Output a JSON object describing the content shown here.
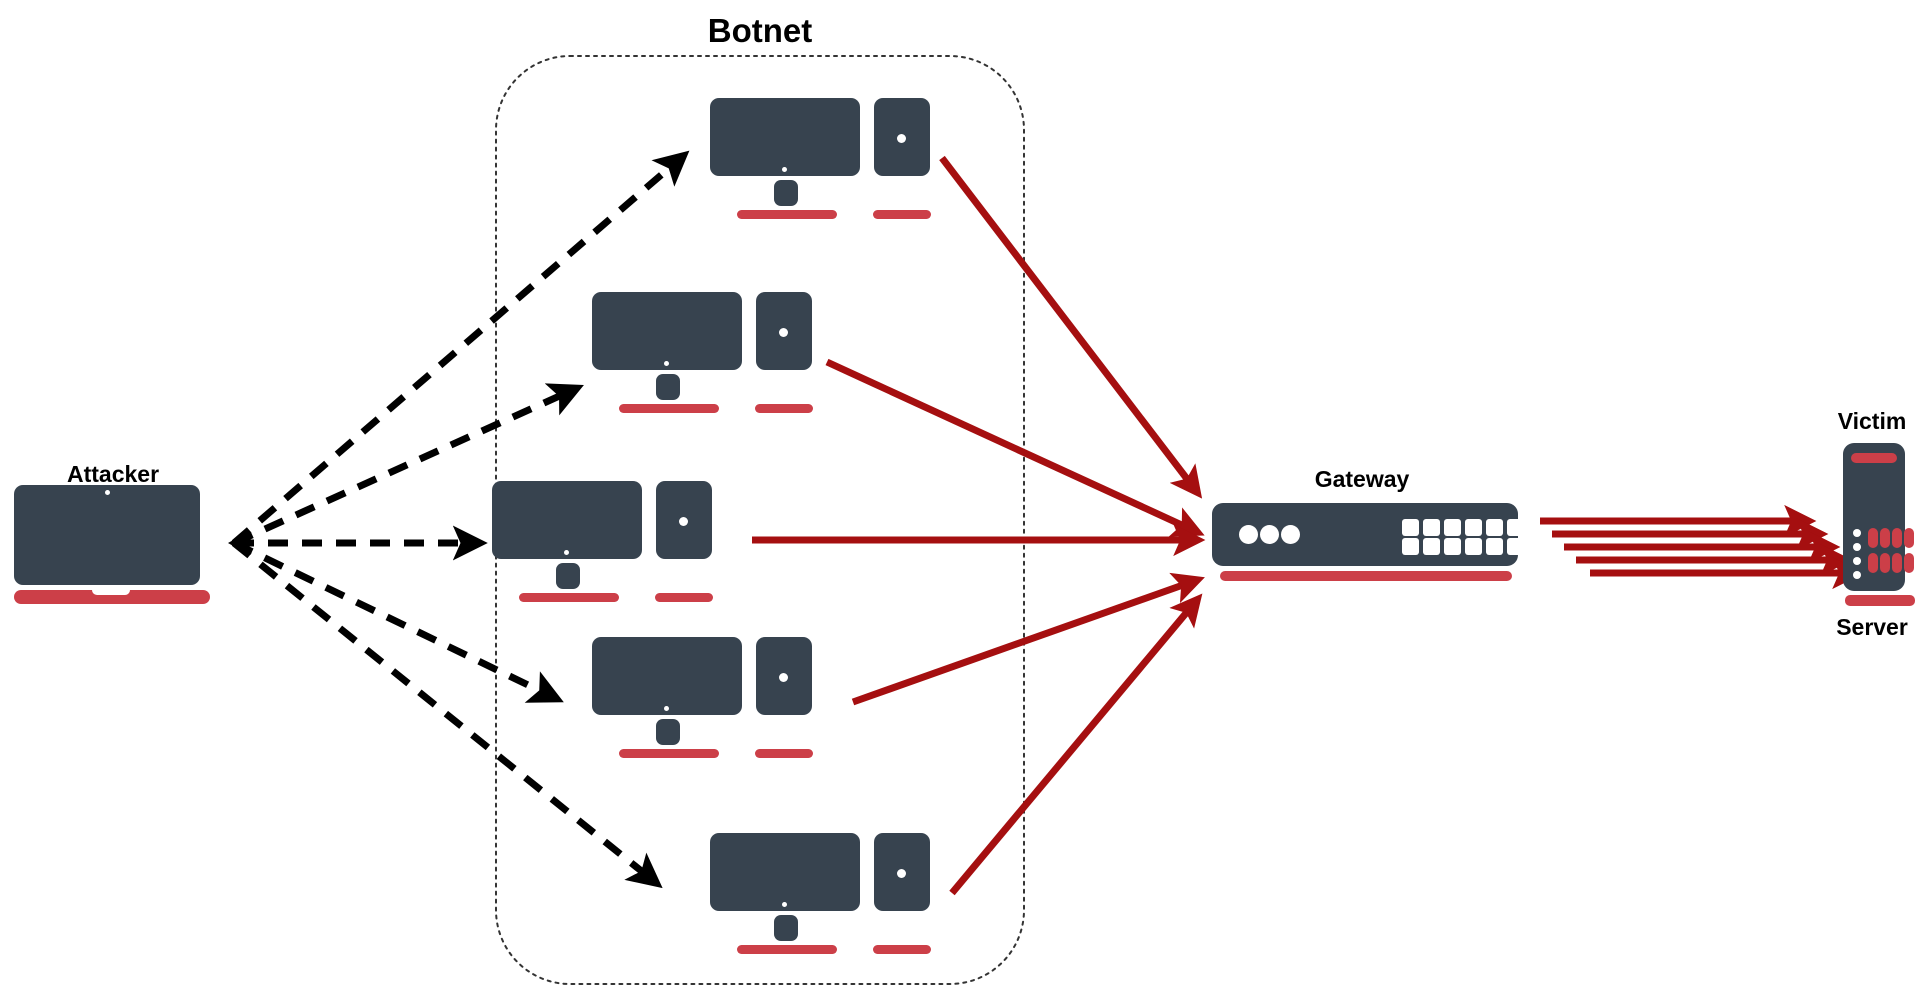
{
  "diagram": {
    "title": "DDoS Botnet Attack Topology",
    "background": "#ffffff",
    "colors": {
      "device_dark": "#37434f",
      "accent_red": "#cc3f48",
      "arrow_red": "#a50f10",
      "arrow_black": "#000000",
      "boundary": "#333333",
      "text": "#000000"
    }
  },
  "labels": {
    "botnet": "Botnet",
    "attacker": "Attacker",
    "gateway": "Gateway",
    "victim": "Victim",
    "server": "Server"
  },
  "groups": {
    "botnet": {
      "label": "Botnet",
      "boundary_style": "dotted-rounded-rectangle",
      "member_count": 5
    }
  },
  "nodes": [
    {
      "id": "attacker",
      "label": "Attacker",
      "type": "laptop",
      "icon": "laptop-icon",
      "role": "command-and-control"
    },
    {
      "id": "bot-1",
      "label": "",
      "type": "desktop",
      "icon": "desktop-computer-icon",
      "group": "botnet"
    },
    {
      "id": "bot-2",
      "label": "",
      "type": "desktop",
      "icon": "desktop-computer-icon",
      "group": "botnet"
    },
    {
      "id": "bot-3",
      "label": "",
      "type": "desktop",
      "icon": "desktop-computer-icon",
      "group": "botnet"
    },
    {
      "id": "bot-4",
      "label": "",
      "type": "desktop",
      "icon": "desktop-computer-icon",
      "group": "botnet"
    },
    {
      "id": "bot-5",
      "label": "",
      "type": "desktop",
      "icon": "desktop-computer-icon",
      "group": "botnet"
    },
    {
      "id": "gateway",
      "label": "Gateway",
      "type": "switch",
      "icon": "network-switch-icon",
      "leds": 3,
      "port_rows": 2,
      "port_cols": 6
    },
    {
      "id": "server",
      "label_top": "Victim",
      "label_bottom": "Server",
      "type": "server",
      "icon": "server-rack-icon",
      "leds": 4,
      "slot_rows": 2,
      "slot_cols": 4
    }
  ],
  "edges": [
    {
      "id": "cmd-1",
      "from": "attacker",
      "to": "bot-1",
      "style": "dashed",
      "color": "#000000",
      "direction": "forward"
    },
    {
      "id": "cmd-2",
      "from": "attacker",
      "to": "bot-2",
      "style": "dashed",
      "color": "#000000",
      "direction": "forward"
    },
    {
      "id": "cmd-3",
      "from": "attacker",
      "to": "bot-3",
      "style": "dashed",
      "color": "#000000",
      "direction": "forward"
    },
    {
      "id": "cmd-4",
      "from": "attacker",
      "to": "bot-4",
      "style": "dashed",
      "color": "#000000",
      "direction": "forward"
    },
    {
      "id": "cmd-5",
      "from": "attacker",
      "to": "bot-5",
      "style": "dashed",
      "color": "#000000",
      "direction": "forward"
    },
    {
      "id": "flood-1",
      "from": "bot-1",
      "to": "gateway",
      "style": "solid",
      "color": "#a50f10",
      "direction": "forward"
    },
    {
      "id": "flood-2",
      "from": "bot-2",
      "to": "gateway",
      "style": "solid",
      "color": "#a50f10",
      "direction": "forward"
    },
    {
      "id": "flood-3",
      "from": "bot-3",
      "to": "gateway",
      "style": "solid",
      "color": "#a50f10",
      "direction": "forward"
    },
    {
      "id": "flood-4",
      "from": "bot-4",
      "to": "gateway",
      "style": "solid",
      "color": "#a50f10",
      "direction": "forward"
    },
    {
      "id": "flood-5",
      "from": "bot-5",
      "to": "gateway",
      "style": "solid",
      "color": "#a50f10",
      "direction": "forward"
    },
    {
      "id": "out-1",
      "from": "gateway",
      "to": "server",
      "style": "solid",
      "color": "#a50f10",
      "direction": "forward"
    },
    {
      "id": "out-2",
      "from": "gateway",
      "to": "server",
      "style": "solid",
      "color": "#a50f10",
      "direction": "forward"
    },
    {
      "id": "out-3",
      "from": "gateway",
      "to": "server",
      "style": "solid",
      "color": "#a50f10",
      "direction": "forward"
    },
    {
      "id": "out-4",
      "from": "gateway",
      "to": "server",
      "style": "solid",
      "color": "#a50f10",
      "direction": "forward"
    },
    {
      "id": "out-5",
      "from": "gateway",
      "to": "server",
      "style": "solid",
      "color": "#a50f10",
      "direction": "forward"
    }
  ]
}
